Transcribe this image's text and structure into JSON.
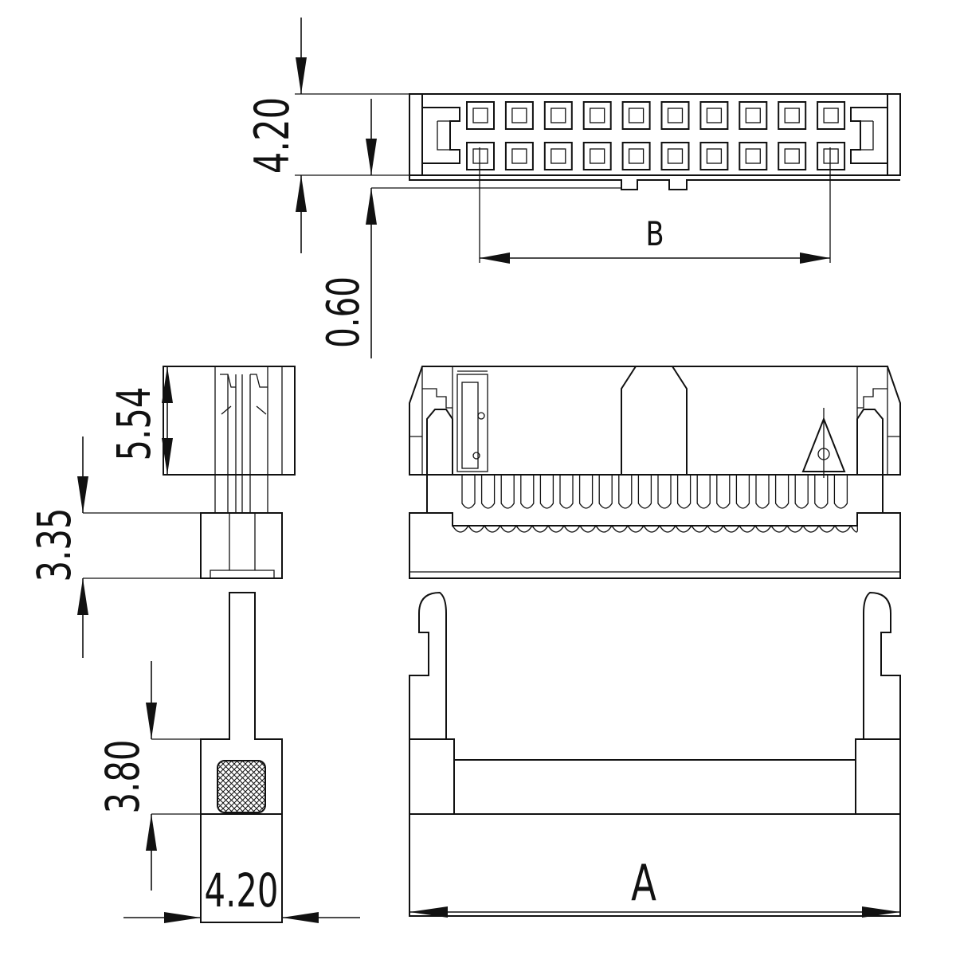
{
  "dimensions": {
    "top_height": "4.20",
    "top_offset": "0.60",
    "pitch_label": "B",
    "body_height": "5.54",
    "pin_height": "3.35",
    "latch_height": "3.80",
    "base_width": "4.20",
    "overall_label": "A"
  },
  "colors": {
    "line": "#111111",
    "background": "#ffffff"
  }
}
